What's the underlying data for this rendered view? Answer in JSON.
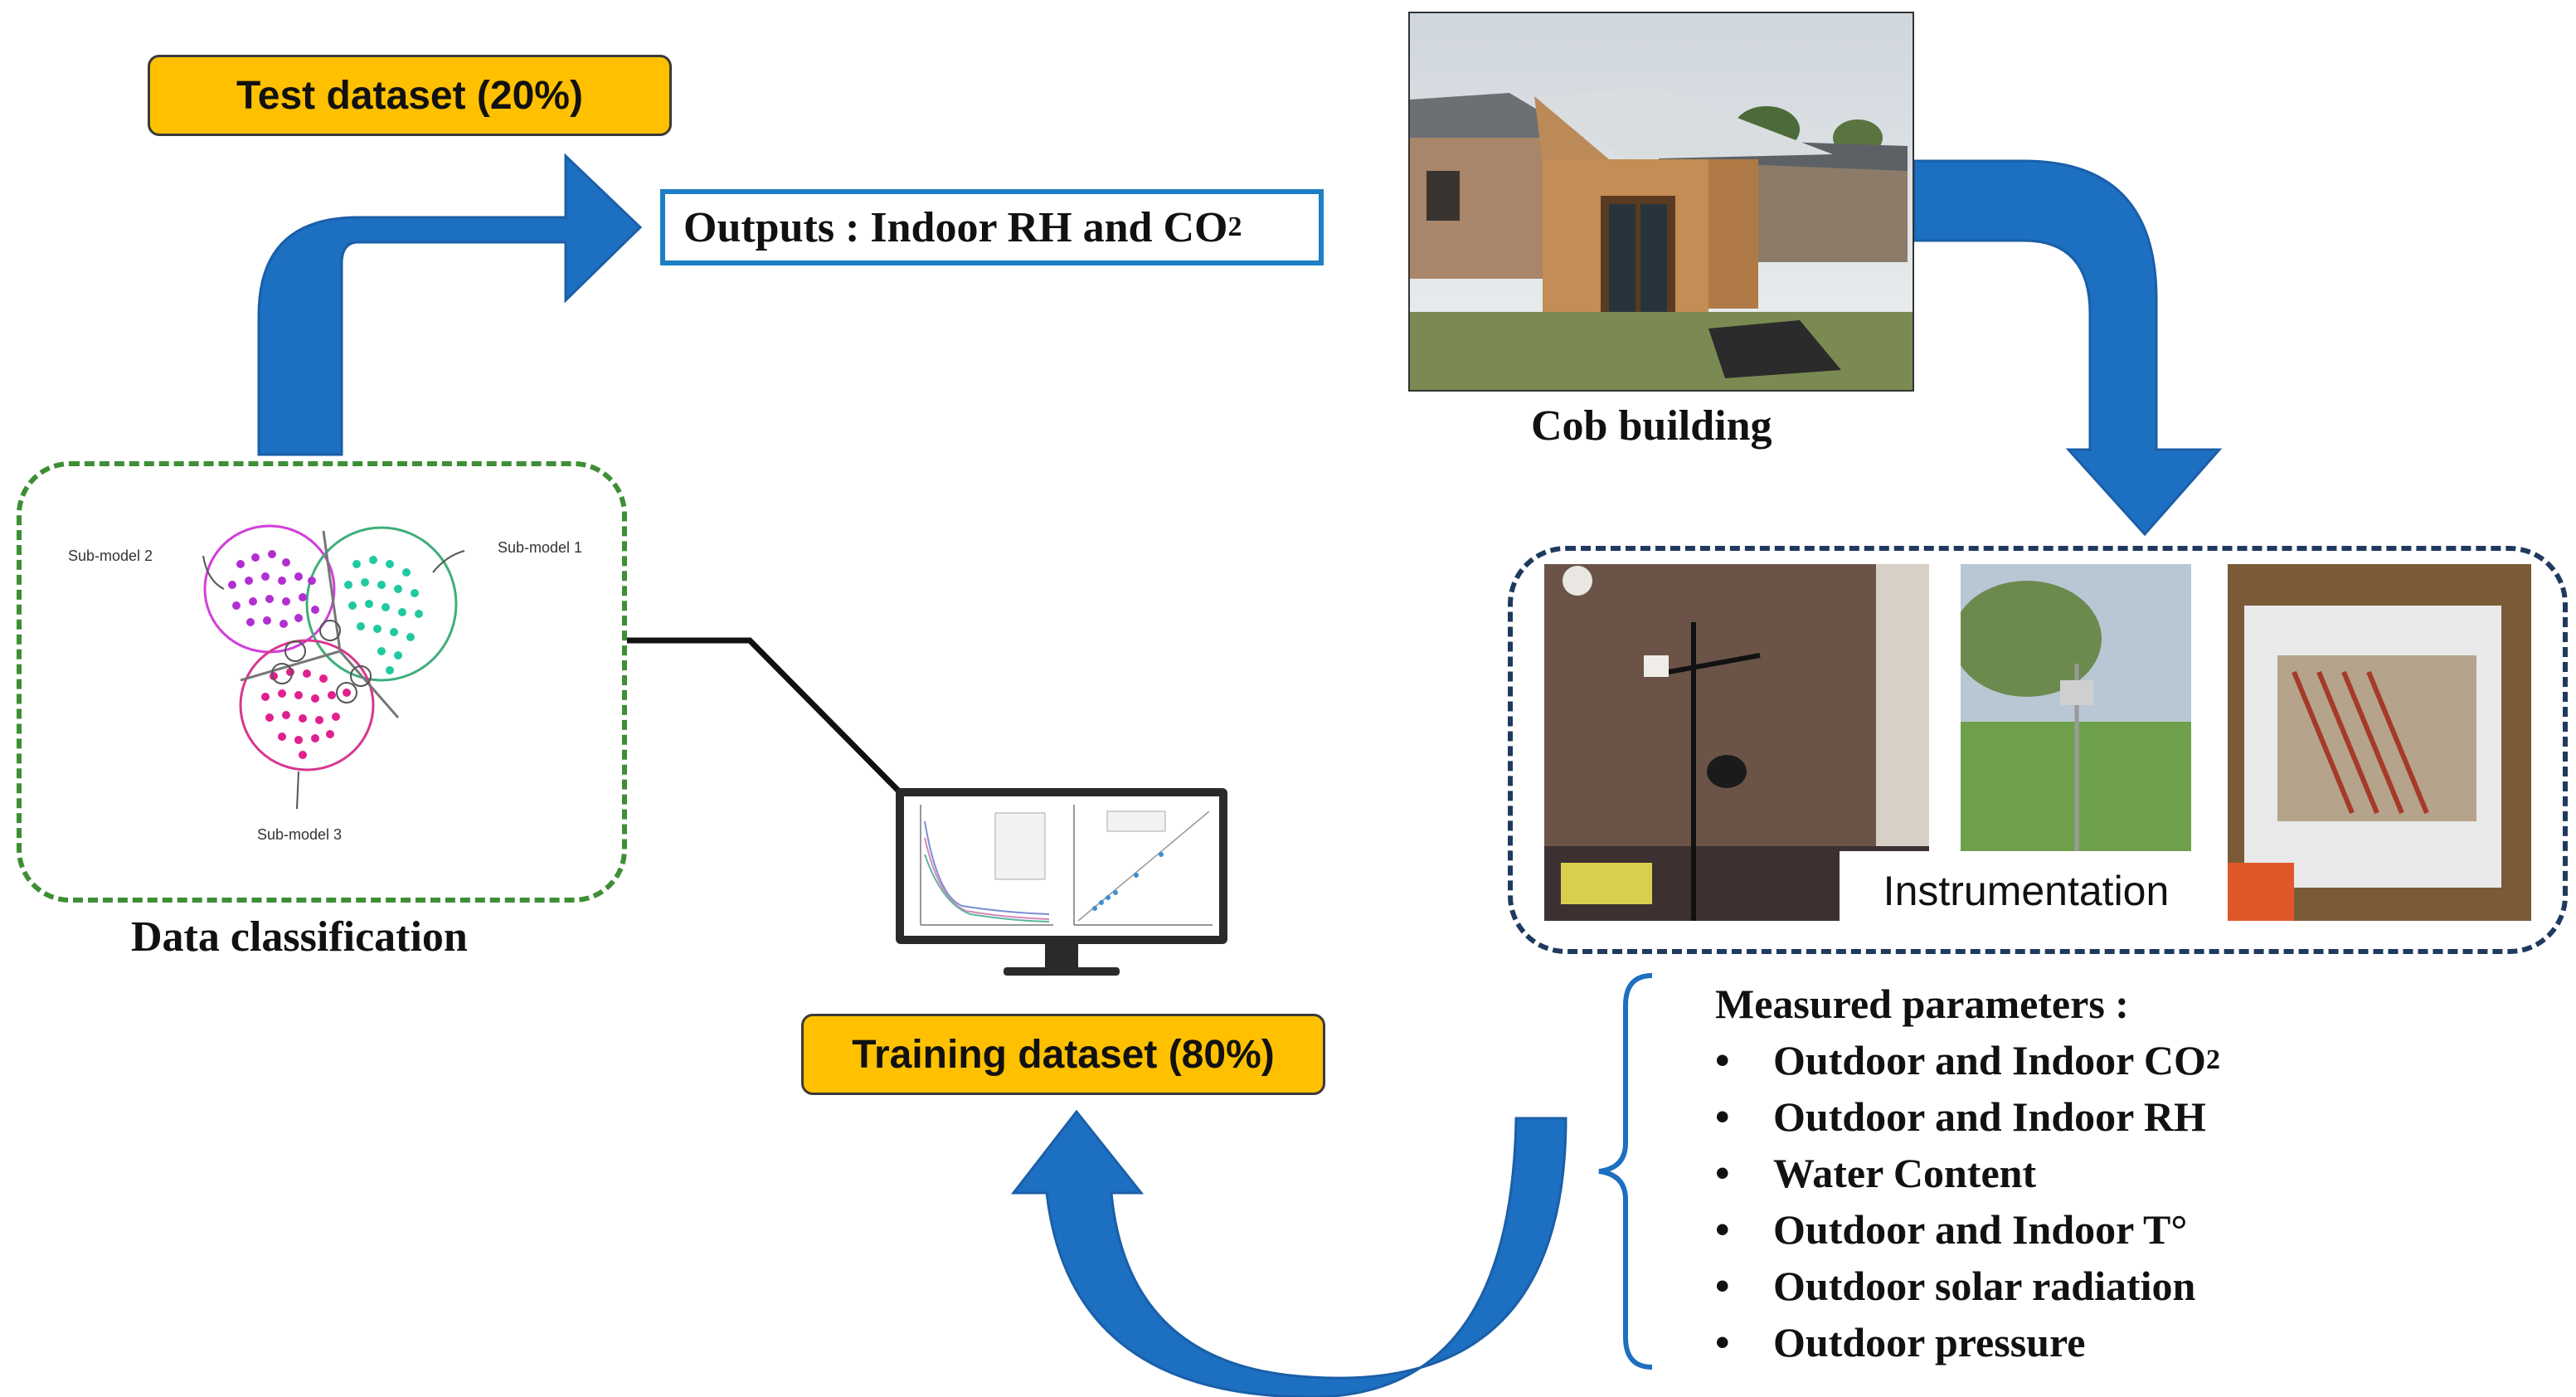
{
  "test_dataset": "Test dataset (20%)",
  "training_dataset": "Training dataset (80%)",
  "outputs": {
    "prefix": "Outputs : Indoor RH and CO",
    "subscript": "2"
  },
  "cob_building": "Cob building",
  "data_classification": "Data classification",
  "instrumentation": "Instrumentation",
  "submodels": [
    "Sub-model 1",
    "Sub-model 2",
    "Sub-model 3"
  ],
  "measured": {
    "title": "Measured parameters :",
    "items": [
      {
        "text": "Outdoor and Indoor CO",
        "sub": "2"
      },
      {
        "text": "Outdoor and Indoor RH",
        "sub": ""
      },
      {
        "text": "Water Content",
        "sub": ""
      },
      {
        "text": "Outdoor and Indoor T°",
        "sub": ""
      },
      {
        "text": "Outdoor solar radiation",
        "sub": ""
      },
      {
        "text": "Outdoor pressure",
        "sub": ""
      }
    ]
  },
  "colors": {
    "arrow": "#1D6FC1",
    "pill": "#FFC000",
    "green_dash": "#3E8E35",
    "navy_dash": "#1F3A5F"
  }
}
